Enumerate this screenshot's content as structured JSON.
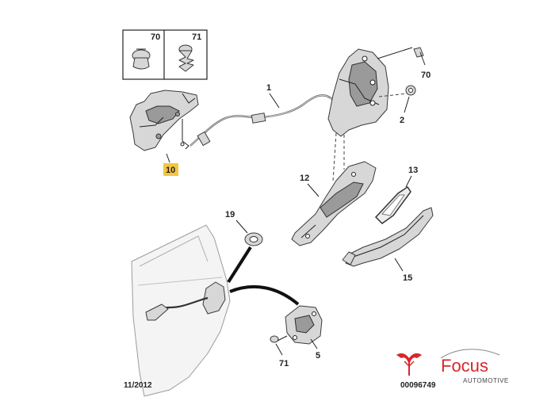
{
  "labels": {
    "screw_70_box": "70",
    "screw_71_box": "71",
    "cable": "1",
    "lock_screw": "70",
    "bushing": "2",
    "actuator": "10",
    "bracket": "12",
    "gasket": "13",
    "grommet": "19",
    "handle": "15",
    "striker": "5",
    "striker_screw": "71"
  },
  "footer": {
    "date": "11/2012",
    "ref": "00096749"
  },
  "brand": {
    "name": "Focus",
    "sub": "AUTOMOTIVE"
  },
  "colors": {
    "highlight": "#f4c542",
    "brand": "#d9262b"
  }
}
